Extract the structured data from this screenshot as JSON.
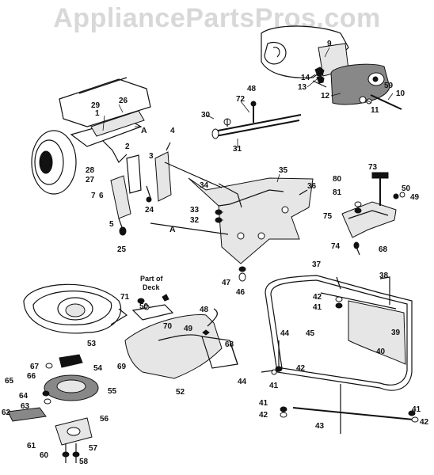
{
  "watermark": "AppliancePartsPros.com",
  "annotations": {
    "part_of_deck": "Part of\nDeck",
    "ref_a1": "A",
    "ref_a2": "A"
  },
  "parts": [
    {
      "id": "9"
    },
    {
      "id": "14"
    },
    {
      "id": "13"
    },
    {
      "id": "12"
    },
    {
      "id": "59"
    },
    {
      "id": "10"
    },
    {
      "id": "11"
    },
    {
      "id": "29"
    },
    {
      "id": "26"
    },
    {
      "id": "1"
    },
    {
      "id": "2"
    },
    {
      "id": "28"
    },
    {
      "id": "27"
    },
    {
      "id": "7"
    },
    {
      "id": "6"
    },
    {
      "id": "5"
    },
    {
      "id": "25"
    },
    {
      "id": "3"
    },
    {
      "id": "4"
    },
    {
      "id": "24"
    },
    {
      "id": "30"
    },
    {
      "id": "72"
    },
    {
      "id": "48"
    },
    {
      "id": "31"
    },
    {
      "id": "35"
    },
    {
      "id": "34"
    },
    {
      "id": "33"
    },
    {
      "id": "32"
    },
    {
      "id": "36"
    },
    {
      "id": "47"
    },
    {
      "id": "46"
    },
    {
      "id": "73"
    },
    {
      "id": "80"
    },
    {
      "id": "81"
    },
    {
      "id": "50"
    },
    {
      "id": "49"
    },
    {
      "id": "75"
    },
    {
      "id": "74"
    },
    {
      "id": "68"
    },
    {
      "id": "71"
    },
    {
      "id": "50"
    },
    {
      "id": "70"
    },
    {
      "id": "48"
    },
    {
      "id": "49"
    },
    {
      "id": "68"
    },
    {
      "id": "69"
    },
    {
      "id": "52"
    },
    {
      "id": "53"
    },
    {
      "id": "54"
    },
    {
      "id": "67"
    },
    {
      "id": "66"
    },
    {
      "id": "65"
    },
    {
      "id": "64"
    },
    {
      "id": "63"
    },
    {
      "id": "55"
    },
    {
      "id": "62"
    },
    {
      "id": "56"
    },
    {
      "id": "61"
    },
    {
      "id": "60"
    },
    {
      "id": "57"
    },
    {
      "id": "58"
    },
    {
      "id": "37"
    },
    {
      "id": "38"
    },
    {
      "id": "42"
    },
    {
      "id": "41"
    },
    {
      "id": "45"
    },
    {
      "id": "39"
    },
    {
      "id": "40"
    },
    {
      "id": "44"
    },
    {
      "id": "42"
    },
    {
      "id": "41"
    },
    {
      "id": "44"
    },
    {
      "id": "41"
    },
    {
      "id": "42"
    },
    {
      "id": "43"
    },
    {
      "id": "41"
    },
    {
      "id": "42"
    }
  ]
}
